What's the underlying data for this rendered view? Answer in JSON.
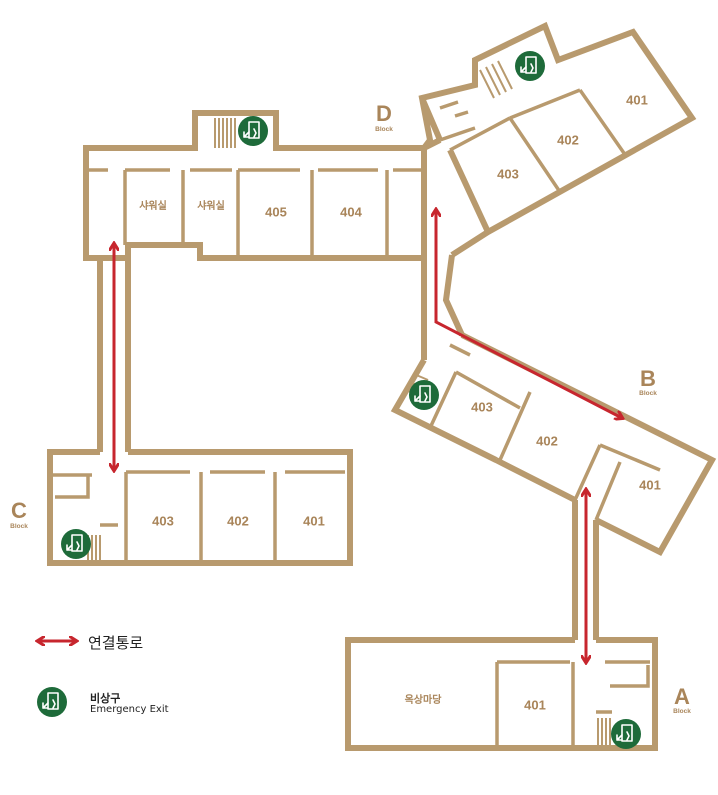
{
  "blocks": {
    "A": {
      "letter": "A",
      "sub": "Block",
      "rooms": {
        "r401": "401",
        "yard": "옥상마당"
      }
    },
    "B": {
      "letter": "B",
      "sub": "Block",
      "rooms": {
        "r401": "401",
        "r402": "402",
        "r403": "403"
      }
    },
    "C": {
      "letter": "C",
      "sub": "Block",
      "rooms": {
        "r401": "401",
        "r402": "402",
        "r403": "403"
      }
    },
    "D": {
      "letter": "D",
      "sub": "Block",
      "rooms": {
        "r401": "401",
        "r402": "402",
        "r403": "403",
        "r404": "404",
        "r405": "405",
        "shower1": "샤워실",
        "shower2": "샤워실"
      }
    }
  },
  "legend": {
    "passage_label": "연결통로",
    "exit_label_ko": "비상구",
    "exit_label_en": "Emergency Exit"
  },
  "colors": {
    "wall": "#b89a6e",
    "label": "#a9855a",
    "passage_arrow": "#c7262e",
    "exit_badge": "#1e6b3a"
  },
  "icons": {
    "exit": "emergency-exit-icon",
    "passage": "double-arrow-icon"
  }
}
